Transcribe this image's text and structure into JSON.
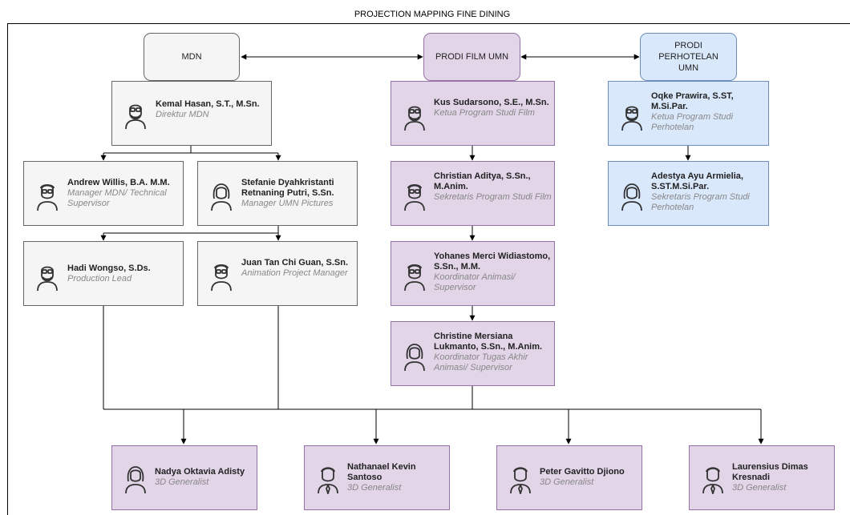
{
  "title": "PROJECTION MAPPING FINE DINING",
  "departments": {
    "mdn": "MDN",
    "film": "PRODI FILM UMN",
    "hotel": "PRODI PERHOTELAN UMN"
  },
  "people": {
    "kemal": {
      "name": "Kemal Hasan, S.T., M.Sn.",
      "role": "Direktur MDN",
      "avatar": "male-beard-avatar-icon"
    },
    "andrew": {
      "name": "Andrew Willis, B.A. M.M.",
      "role": "Manager MDN/ Technical Supervisor",
      "avatar": "male-glasses-avatar-icon"
    },
    "stefanie": {
      "name": "Stefanie Dyahkristanti Retnaning Putri, S.Sn.",
      "role": "Manager UMN Pictures",
      "avatar": "female-avatar-icon"
    },
    "hadi": {
      "name": "Hadi Wongso, S.Ds.",
      "role": "Production Lead",
      "avatar": "male-beard-avatar-icon"
    },
    "juan": {
      "name": "Juan Tan Chi Guan, S.Sn.",
      "role": "Animation Project Manager",
      "avatar": "male-glasses-avatar-icon"
    },
    "kus": {
      "name": "Kus Sudarsono, S.E., M.Sn.",
      "role": "Ketua Program Studi Film",
      "avatar": "male-beard-avatar-icon"
    },
    "christian": {
      "name": "Christian Aditya, S.Sn., M.Anim.",
      "role": "Sekretaris Program Studi Film",
      "avatar": "male-glasses-avatar-icon"
    },
    "yohanes": {
      "name": "Yohanes Merci Widiastomo, S.Sn., M.M.",
      "role": "Koordinator Animasi/ Supervisor",
      "avatar": "male-glasses-avatar-icon"
    },
    "christine": {
      "name": "Christine Mersiana Lukmanto, S.Sn., M.Anim.",
      "role": "Koordinator Tugas Akhir Animasi/ Supervisor",
      "avatar": "female-avatar-icon"
    },
    "oqke": {
      "name": "Oqke Prawira, S.ST, M.Si.Par.",
      "role": "Ketua Program Studi Perhotelan",
      "avatar": "male-beard-avatar-icon"
    },
    "adestya": {
      "name": "Adestya Ayu Armielia, S.ST.M.Si.Par.",
      "role": "Sekretaris Program Studi Perhotelan",
      "avatar": "female-avatar-icon"
    },
    "nadya": {
      "name": "Nadya Oktavia Adisty",
      "role": "3D Generalist",
      "avatar": "female-avatar-icon"
    },
    "nathanael": {
      "name": "Nathanael Kevin Santoso",
      "role": "3D Generalist",
      "avatar": "male-tie-avatar-icon"
    },
    "peter": {
      "name": "Peter Gavitto Djiono",
      "role": "3D Generalist",
      "avatar": "male-tie-avatar-icon"
    },
    "laurensius": {
      "name": "Laurensius Dimas Kresnadi",
      "role": "3D Generalist",
      "avatar": "male-tie-avatar-icon"
    }
  }
}
